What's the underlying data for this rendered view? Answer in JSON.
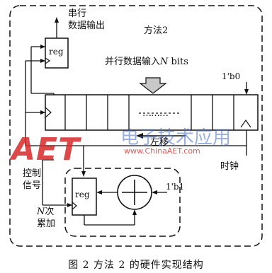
{
  "method_title": "方法2",
  "serial_out_line1": "串行",
  "serial_out_line2": "数据输出",
  "parallel_in_prefix": "并行数据输入",
  "parallel_in_var": "N",
  "parallel_in_suffix": " bits",
  "const_top": "1'b0",
  "shift_label": "左移",
  "clock_label": "时钟",
  "control_line1": "控制",
  "control_line2": "信号",
  "const_adder": "1'b1",
  "accum_var": "N",
  "accum_line1_suffix": "次",
  "accum_line2": "累加",
  "reg_top": "reg",
  "reg_bottom": "reg",
  "dots": "………",
  "caption": "图 2   方法 2 的硬件实现结构",
  "watermark_logo": "AET",
  "watermark_cn": "电子技术应用",
  "watermark_url": "www.ChinaAET.com",
  "colors": {
    "line": "#111111",
    "arrow_fill": "#c8c8c8",
    "watermark_red": "#d72828",
    "watermark_blue": "#466ec8"
  }
}
